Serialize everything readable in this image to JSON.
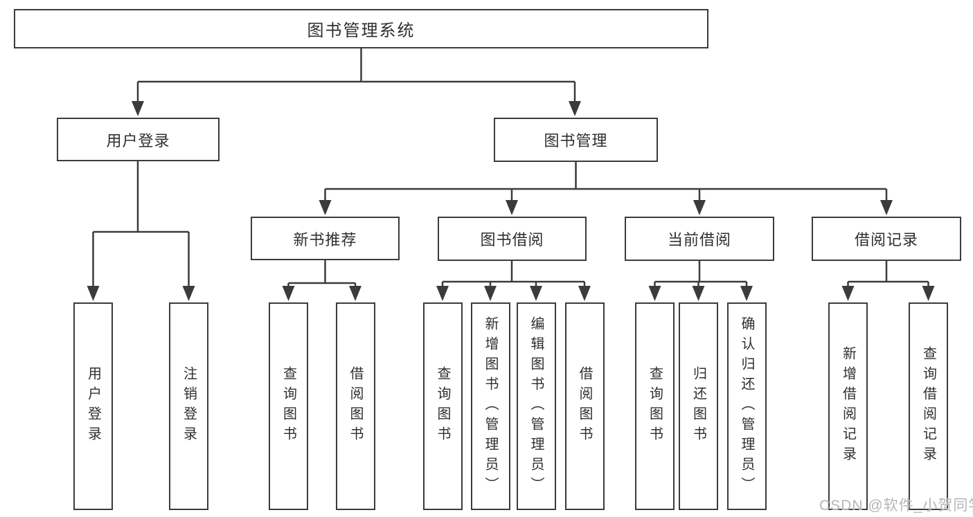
{
  "diagram": {
    "root": "图书管理系统",
    "branches": [
      {
        "label": "用户登录",
        "children": [
          "用户登录",
          "注销登录"
        ]
      },
      {
        "label": "图书管理",
        "sections": [
          {
            "label": "新书推荐",
            "children": [
              "查询图书",
              "借阅图书"
            ]
          },
          {
            "label": "图书借阅",
            "children": [
              "查询图书",
              "新增图书（管理员）",
              "编辑图书（管理员）",
              "借阅图书"
            ]
          },
          {
            "label": "当前借阅",
            "children": [
              "查询图书",
              "归还图书",
              "确认归还（管理员）"
            ]
          },
          {
            "label": "借阅记录",
            "children": [
              "新增借阅记录",
              "查询借阅记录"
            ]
          }
        ]
      }
    ]
  },
  "watermark": "CSDN @软件_小贺同学",
  "colors": {
    "line": "#3b3b3b",
    "box_border": "#3b3b3b",
    "text": "#2f2f2f",
    "watermark": "#b5b5b5",
    "background": "#ffffff"
  }
}
